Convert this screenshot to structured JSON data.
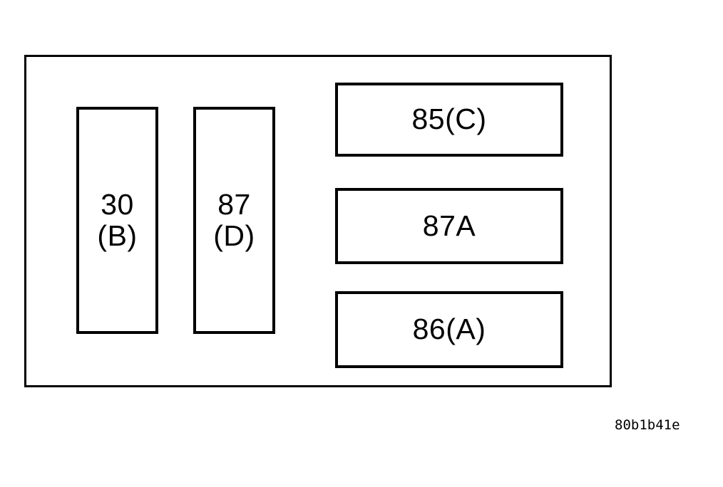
{
  "diagram": {
    "kind": "relay-terminal-layout",
    "housing": {
      "name": "relay-connector-housing"
    },
    "terminals": [
      {
        "id": "terminal-30b",
        "orientation": "vertical",
        "label": "30\n(B)",
        "pin_number": "30",
        "pin_letter": "(B)"
      },
      {
        "id": "terminal-87d",
        "orientation": "vertical",
        "label": "87\n(D)",
        "pin_number": "87",
        "pin_letter": "(D)"
      },
      {
        "id": "terminal-85c",
        "orientation": "horizontal",
        "label": "85(C)",
        "pin_number": "85",
        "pin_letter": "(C)"
      },
      {
        "id": "terminal-87a",
        "orientation": "horizontal",
        "label": "87A",
        "pin_number": "87A",
        "pin_letter": ""
      },
      {
        "id": "terminal-86a",
        "orientation": "horizontal",
        "label": "86(A)",
        "pin_number": "86",
        "pin_letter": "(A)"
      }
    ],
    "figure_id": "80b1b41e",
    "colors": {
      "stroke": "#000000",
      "background": "#ffffff"
    }
  }
}
